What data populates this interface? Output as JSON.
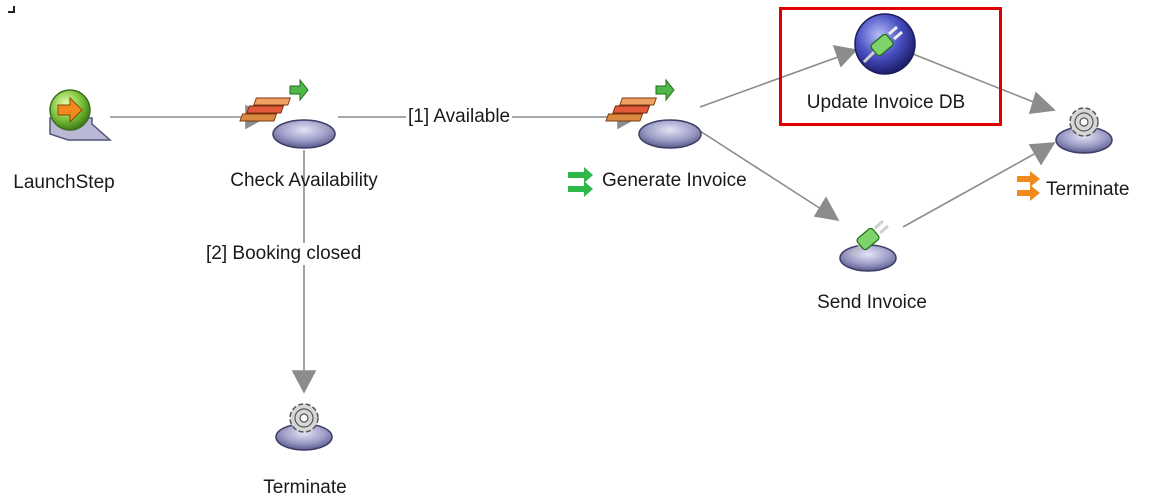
{
  "diagram": {
    "title": "",
    "nodes": [
      {
        "id": "launch",
        "label": "LaunchStep",
        "icon": "launch-arrow-icon"
      },
      {
        "id": "check",
        "label": "Check Availability",
        "icon": "xslt-transform-icon"
      },
      {
        "id": "generate",
        "label": "Generate Invoice",
        "icon": "xslt-transform-icon",
        "marker_icon": "branch-arrows-icon"
      },
      {
        "id": "update",
        "label": "Update Invoice DB",
        "icon": "plug-connector-icon",
        "selected": true
      },
      {
        "id": "send",
        "label": "Send Invoice",
        "icon": "plug-connector-icon"
      },
      {
        "id": "terminate_right",
        "label": "Terminate",
        "icon": "gear-icon",
        "marker_icon": "merge-arrows-icon"
      },
      {
        "id": "terminate_bottom",
        "label": "Terminate",
        "icon": "gear-icon"
      }
    ],
    "edges": [
      {
        "from": "launch",
        "to": "check",
        "label": ""
      },
      {
        "from": "check",
        "to": "generate",
        "label": "[1] Available"
      },
      {
        "from": "check",
        "to": "terminate_bottom",
        "label": "[2] Booking closed"
      },
      {
        "from": "generate",
        "to": "update",
        "label": ""
      },
      {
        "from": "generate",
        "to": "send",
        "label": ""
      },
      {
        "from": "update",
        "to": "terminate_right",
        "label": ""
      },
      {
        "from": "send",
        "to": "terminate_right",
        "label": ""
      }
    ],
    "colors": {
      "edge": "#8c8c8c",
      "highlight": "#e00000",
      "platform": "#8f8fb8",
      "gear": "#c9c9c9",
      "plug_green": "#4fb848",
      "orb_blue": "#3a3fa8",
      "marker_green": "#2fb84a",
      "marker_orange": "#f08a1c"
    }
  }
}
